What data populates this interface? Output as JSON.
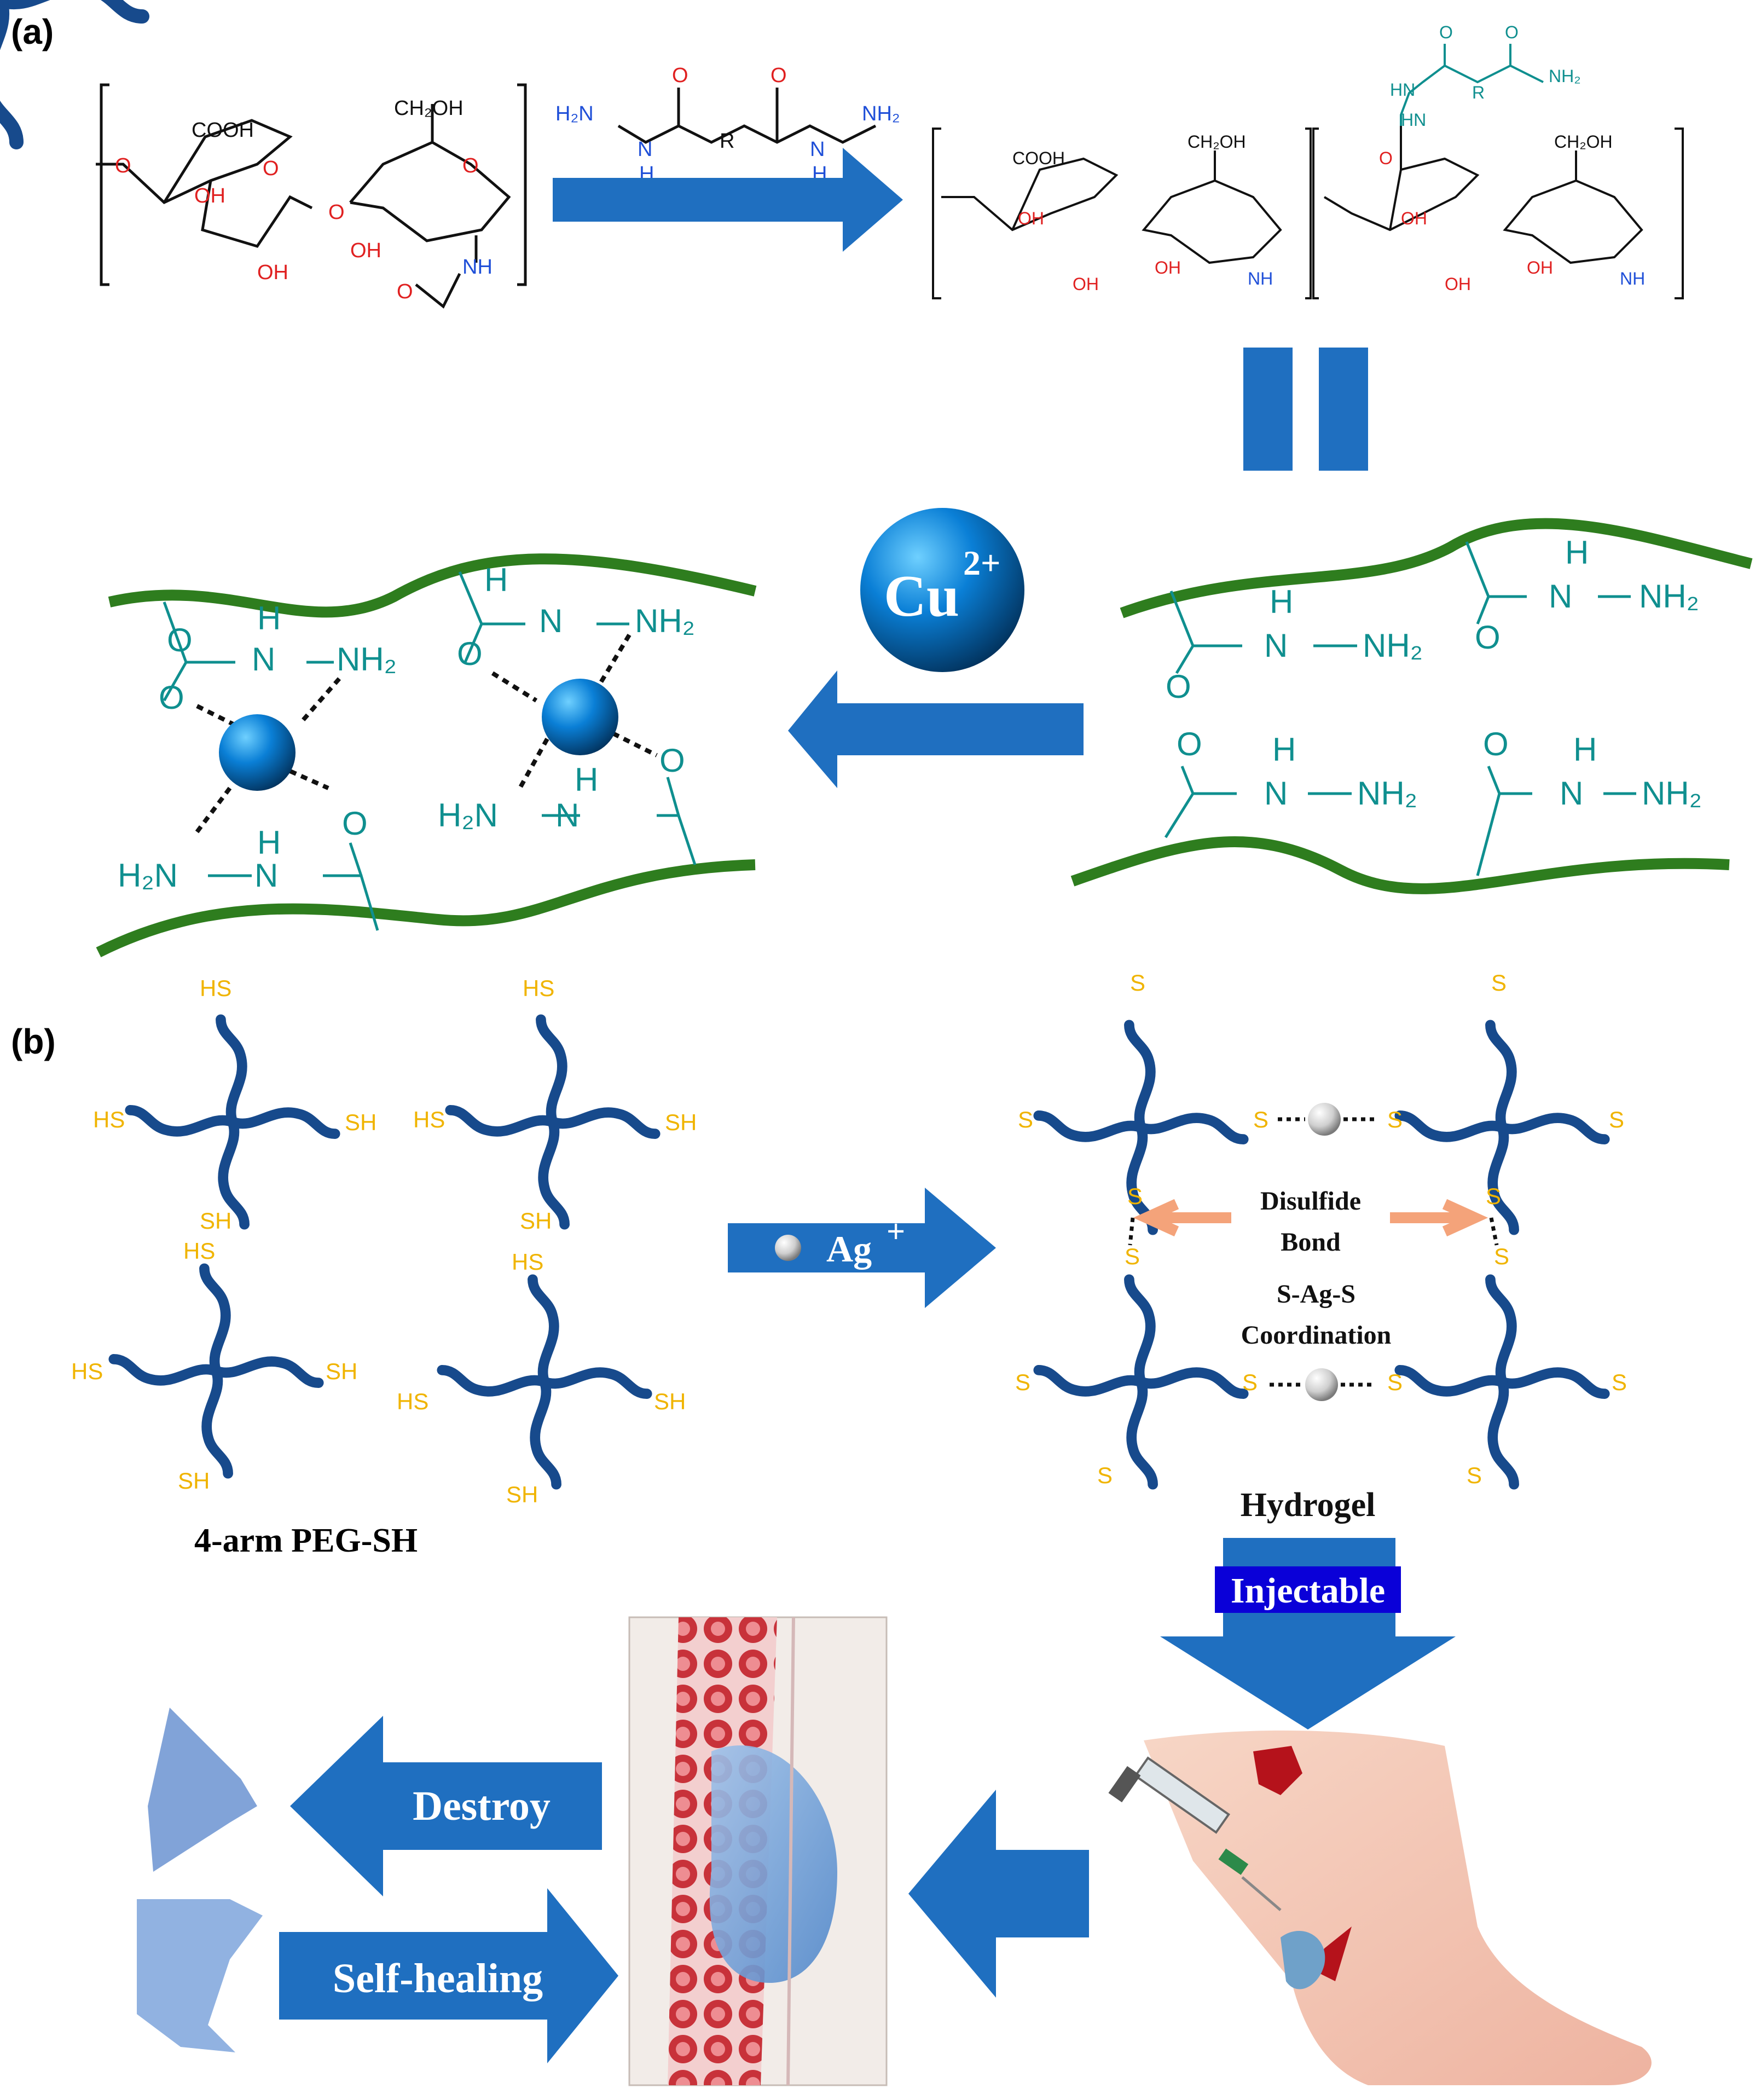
{
  "panels": {
    "a": "(a)",
    "b": "(b)"
  },
  "chem_a": {
    "cooh": "COOH",
    "ch2oh": "CH₂OH",
    "oh": "OH",
    "o": "O",
    "nh": "NH",
    "hn": "HN",
    "h": "H",
    "n": "N",
    "h2n": "H₂N",
    "nh2": "NH₂",
    "r": "R"
  },
  "network": {
    "cu_label": "Cu",
    "cu_charge": "2+"
  },
  "panel_b": {
    "hs": "HS",
    "sh": "SH",
    "s": "S",
    "ag_label": "Ag",
    "ag_charge": "+",
    "disulfide": "Disulfide",
    "bond": "Bond",
    "sags": "S-Ag-S",
    "coordination": "Coordination",
    "peg_label": "4-arm PEG-SH",
    "hydrogel": "Hydrogel",
    "injectable": "Injectable",
    "destroy": "Destroy",
    "self_healing": "Self-healing"
  },
  "colors": {
    "arrow_blue": "#1f6fc0",
    "backbone_green": "#2e7d1e",
    "teal": "#0f8f8f",
    "peg_blue": "#174a8c",
    "sulfur_yellow": "#f0b400",
    "oxygen_red": "#e02020",
    "nitrogen_blue": "#1f4fd8",
    "salmon": "#f4a37a",
    "highlight_blue": "#0a00d8"
  }
}
